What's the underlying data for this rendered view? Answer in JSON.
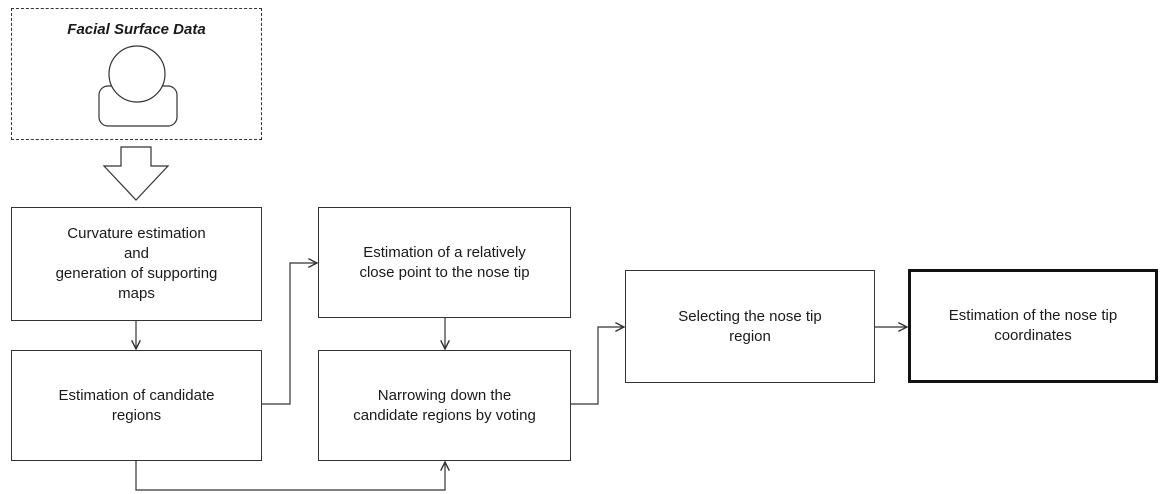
{
  "input": {
    "title": "Facial Surface Data",
    "icon": "face-user-icon"
  },
  "boxes": {
    "curvature": "Curvature estimation\nand\ngeneration of supporting\nmaps",
    "candidate": "Estimation of candidate\nregions",
    "close_point": "Estimation of a relatively\nclose point to the nose tip",
    "narrowing": "Narrowing down the\ncandidate regions by voting",
    "selecting": "Selecting the nose tip\nregion",
    "final": "Estimation of the nose tip\ncoordinates"
  }
}
